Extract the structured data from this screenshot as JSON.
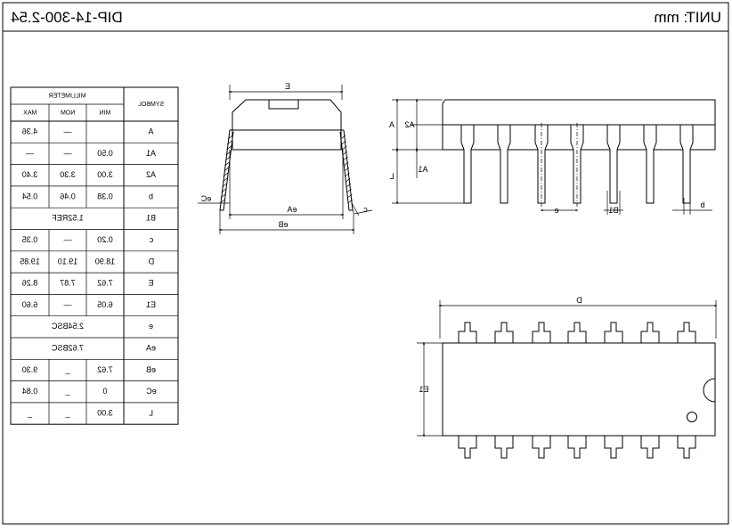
{
  "header": {
    "unit": "UNIT: mm",
    "package": "DIP-14-300-2.54"
  },
  "table": {
    "symbol_header": "SYMBOL",
    "millimeter_header": "MILLIMETER",
    "sub_headers": [
      "MIN",
      "NOM",
      "MAX"
    ],
    "rows": [
      {
        "symbol": "A",
        "min": "",
        "nom": "—",
        "max": "4.36"
      },
      {
        "symbol": "A1",
        "min": "0.50",
        "nom": "—",
        "max": "—"
      },
      {
        "symbol": "A2",
        "min": "3.00",
        "nom": "3.30",
        "max": "3.40"
      },
      {
        "symbol": "b",
        "min": "0.38",
        "nom": "0.46",
        "max": "0.54"
      },
      {
        "symbol": "B1",
        "merged": "1.52REF"
      },
      {
        "symbol": "c",
        "min": "0.20",
        "nom": "—",
        "max": "0.35"
      },
      {
        "symbol": "D",
        "min": "18.90",
        "nom": "19.10",
        "max": "19.85"
      },
      {
        "symbol": "E",
        "min": "7.62",
        "nom": "7.87",
        "max": "8.26"
      },
      {
        "symbol": "E1",
        "min": "6.05",
        "nom": "—",
        "max": "6.60"
      },
      {
        "symbol": "e",
        "merged": "2.54BSC"
      },
      {
        "symbol": "eA",
        "merged": "7.62BSC"
      },
      {
        "symbol": "eB",
        "min": "7.62",
        "nom": "_",
        "max": "9.30"
      },
      {
        "symbol": "eC",
        "min": "0",
        "nom": "_",
        "max": "0.84"
      },
      {
        "symbol": "L",
        "min": "3.00",
        "nom": "_",
        "max": "_"
      }
    ]
  },
  "labels": {
    "E": "E",
    "eA": "eA",
    "eB": "eB",
    "eC": "eC",
    "c": "c",
    "A": "A",
    "A2": "A2",
    "A1": "A1",
    "L": "L",
    "e": "e",
    "B1": "B1",
    "b": "b",
    "D": "D",
    "E1": "E1"
  }
}
